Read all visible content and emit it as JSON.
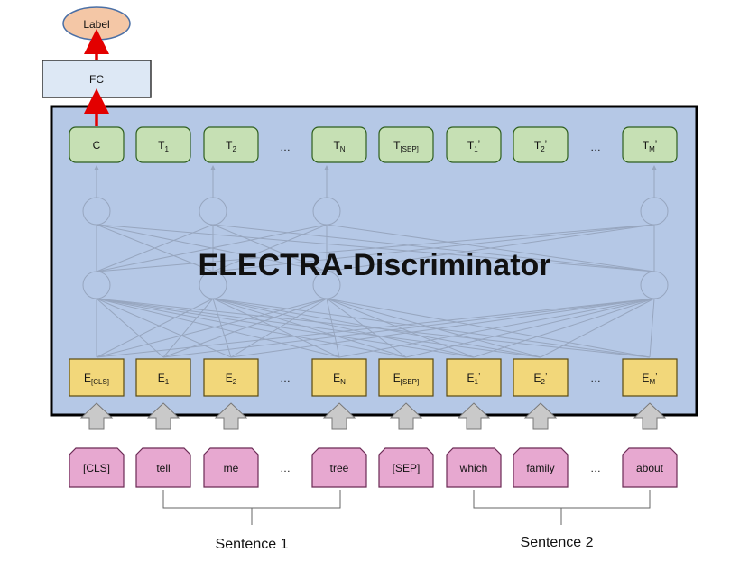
{
  "label_node": "Label",
  "fc_node": "FC",
  "model_title": "ELECTRA-Discriminator",
  "ellipsis": "…",
  "outputs": [
    {
      "main": "C",
      "sub": "",
      "prime": ""
    },
    {
      "main": "T",
      "sub": "1",
      "prime": ""
    },
    {
      "main": "T",
      "sub": "2",
      "prime": ""
    },
    {
      "main": "T",
      "sub": "N",
      "prime": ""
    },
    {
      "main": "T",
      "sub": "[SEP]",
      "prime": ""
    },
    {
      "main": "T",
      "sub": "1",
      "prime": "’"
    },
    {
      "main": "T",
      "sub": "2",
      "prime": "’"
    },
    {
      "main": "T",
      "sub": "M",
      "prime": "’"
    }
  ],
  "embeddings": [
    {
      "main": "E",
      "sub": "[CLS]",
      "prime": ""
    },
    {
      "main": "E",
      "sub": "1",
      "prime": ""
    },
    {
      "main": "E",
      "sub": "2",
      "prime": ""
    },
    {
      "main": "E",
      "sub": "N",
      "prime": ""
    },
    {
      "main": "E",
      "sub": "[SEP]",
      "prime": ""
    },
    {
      "main": "E",
      "sub": "1",
      "prime": "’"
    },
    {
      "main": "E",
      "sub": "2",
      "prime": "’"
    },
    {
      "main": "E",
      "sub": "M",
      "prime": "’"
    }
  ],
  "tokens": [
    "[CLS]",
    "tell",
    "me",
    "tree",
    "[SEP]",
    "which",
    "family",
    "about"
  ],
  "sentence_1": "Sentence 1",
  "sentence_2": "Sentence 2",
  "colors": {
    "label_fill": "#f4c7a6",
    "label_stroke": "#4a6fa5",
    "fc_fill": "#dde8f5",
    "model_fill": "#b5c8e6",
    "output_fill": "#c6e0b4",
    "output_stroke": "#2e5e1e",
    "embed_fill": "#f2d77a",
    "embed_stroke": "#5a4a10",
    "token_fill": "#e7a8d0",
    "token_stroke": "#6b2a55",
    "arrow_red": "#e30000",
    "faint": "#97a6bf"
  }
}
